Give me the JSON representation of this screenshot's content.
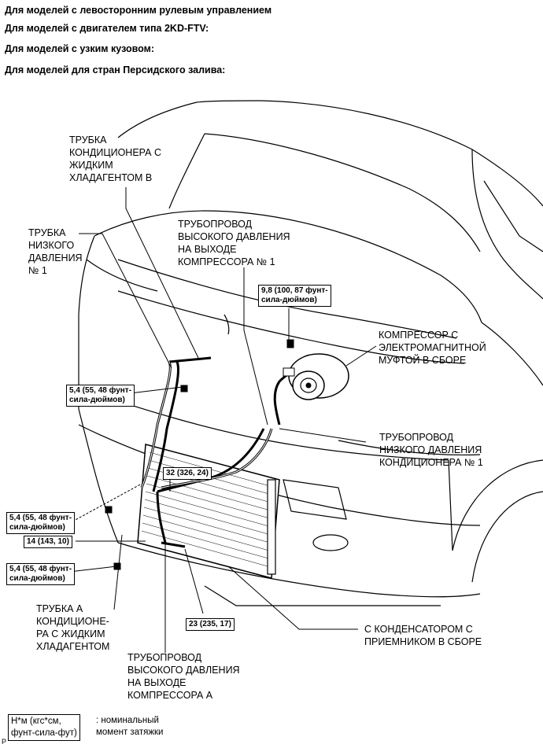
{
  "headers": [
    "Для моделей с левосторонним рулевым управлением",
    "Для моделей с двигателем типа 2KD-FTV:",
    "Для моделей с узким кузовом:",
    "Для моделей для стран Персидского залива:"
  ],
  "labels": {
    "liquid_tube_b": [
      "ТРУБКА",
      "КОНДИЦИОНЕРА С",
      "ЖИДКИМ",
      "ХЛАДАГЕНТОМ В"
    ],
    "low_pressure_tube_1": [
      "ТРУБКА",
      "НИЗКОГО",
      "ДАВЛЕНИЯ",
      "№ 1"
    ],
    "discharge_pipe_1": [
      "ТРУБОПРОВОД",
      "ВЫСОКОГО ДАВЛЕНИЯ",
      "НА ВЫХОДЕ",
      "КОМПРЕССОРА № 1"
    ],
    "compressor": [
      "КОМПРЕССОР С",
      "ЭЛЕКТРОМАГНИТНОЙ",
      "МУФТОЙ В СБОРЕ"
    ],
    "suction_pipe_1": [
      "ТРУБОПРОВОД",
      "НИЗКОГО ДАВЛЕНИЯ",
      "КОНДИЦИОНЕРА № 1"
    ],
    "liquid_tube_a": [
      "ТРУБКА А",
      "КОНДИЦИОНЕ-",
      "РА С ЖИДКИМ",
      "ХЛАДАГЕНТОМ"
    ],
    "discharge_pipe_a": [
      "ТРУБОПРОВОД",
      "ВЫСОКОГО ДАВЛЕНИЯ",
      "НА ВЫХОДЕ",
      "КОМПРЕССОРА А"
    ],
    "condenser": [
      "С КОНДЕНСАТОРОМ С",
      "ПРИЕМНИКОМ В СБОРЕ"
    ]
  },
  "torques": {
    "t_compressor_bolt": [
      "9,8 (100, 87 фунт-",
      "сила-дюймов)"
    ],
    "t_upper_left": [
      "5,4 (55, 48 фунт-",
      "сила-дюймов)"
    ],
    "t_center": [
      "32 (326, 24)"
    ],
    "t_left_mid": [
      "5,4 (55, 48 фунт-",
      "сила-дюймов)"
    ],
    "t_left_14": [
      "14 (143, 10)"
    ],
    "t_left_low": [
      "5,4 (55, 48 фунт-",
      "сила-дюймов)"
    ],
    "t_bottom_23": [
      "23 (235, 17)"
    ]
  },
  "legend": {
    "box": [
      "Н*м (кгс*см,",
      "фунт-сила-фут)"
    ],
    "text": [
      ": номинальный",
      "момент затяжки"
    ]
  },
  "corner_mark": "P"
}
